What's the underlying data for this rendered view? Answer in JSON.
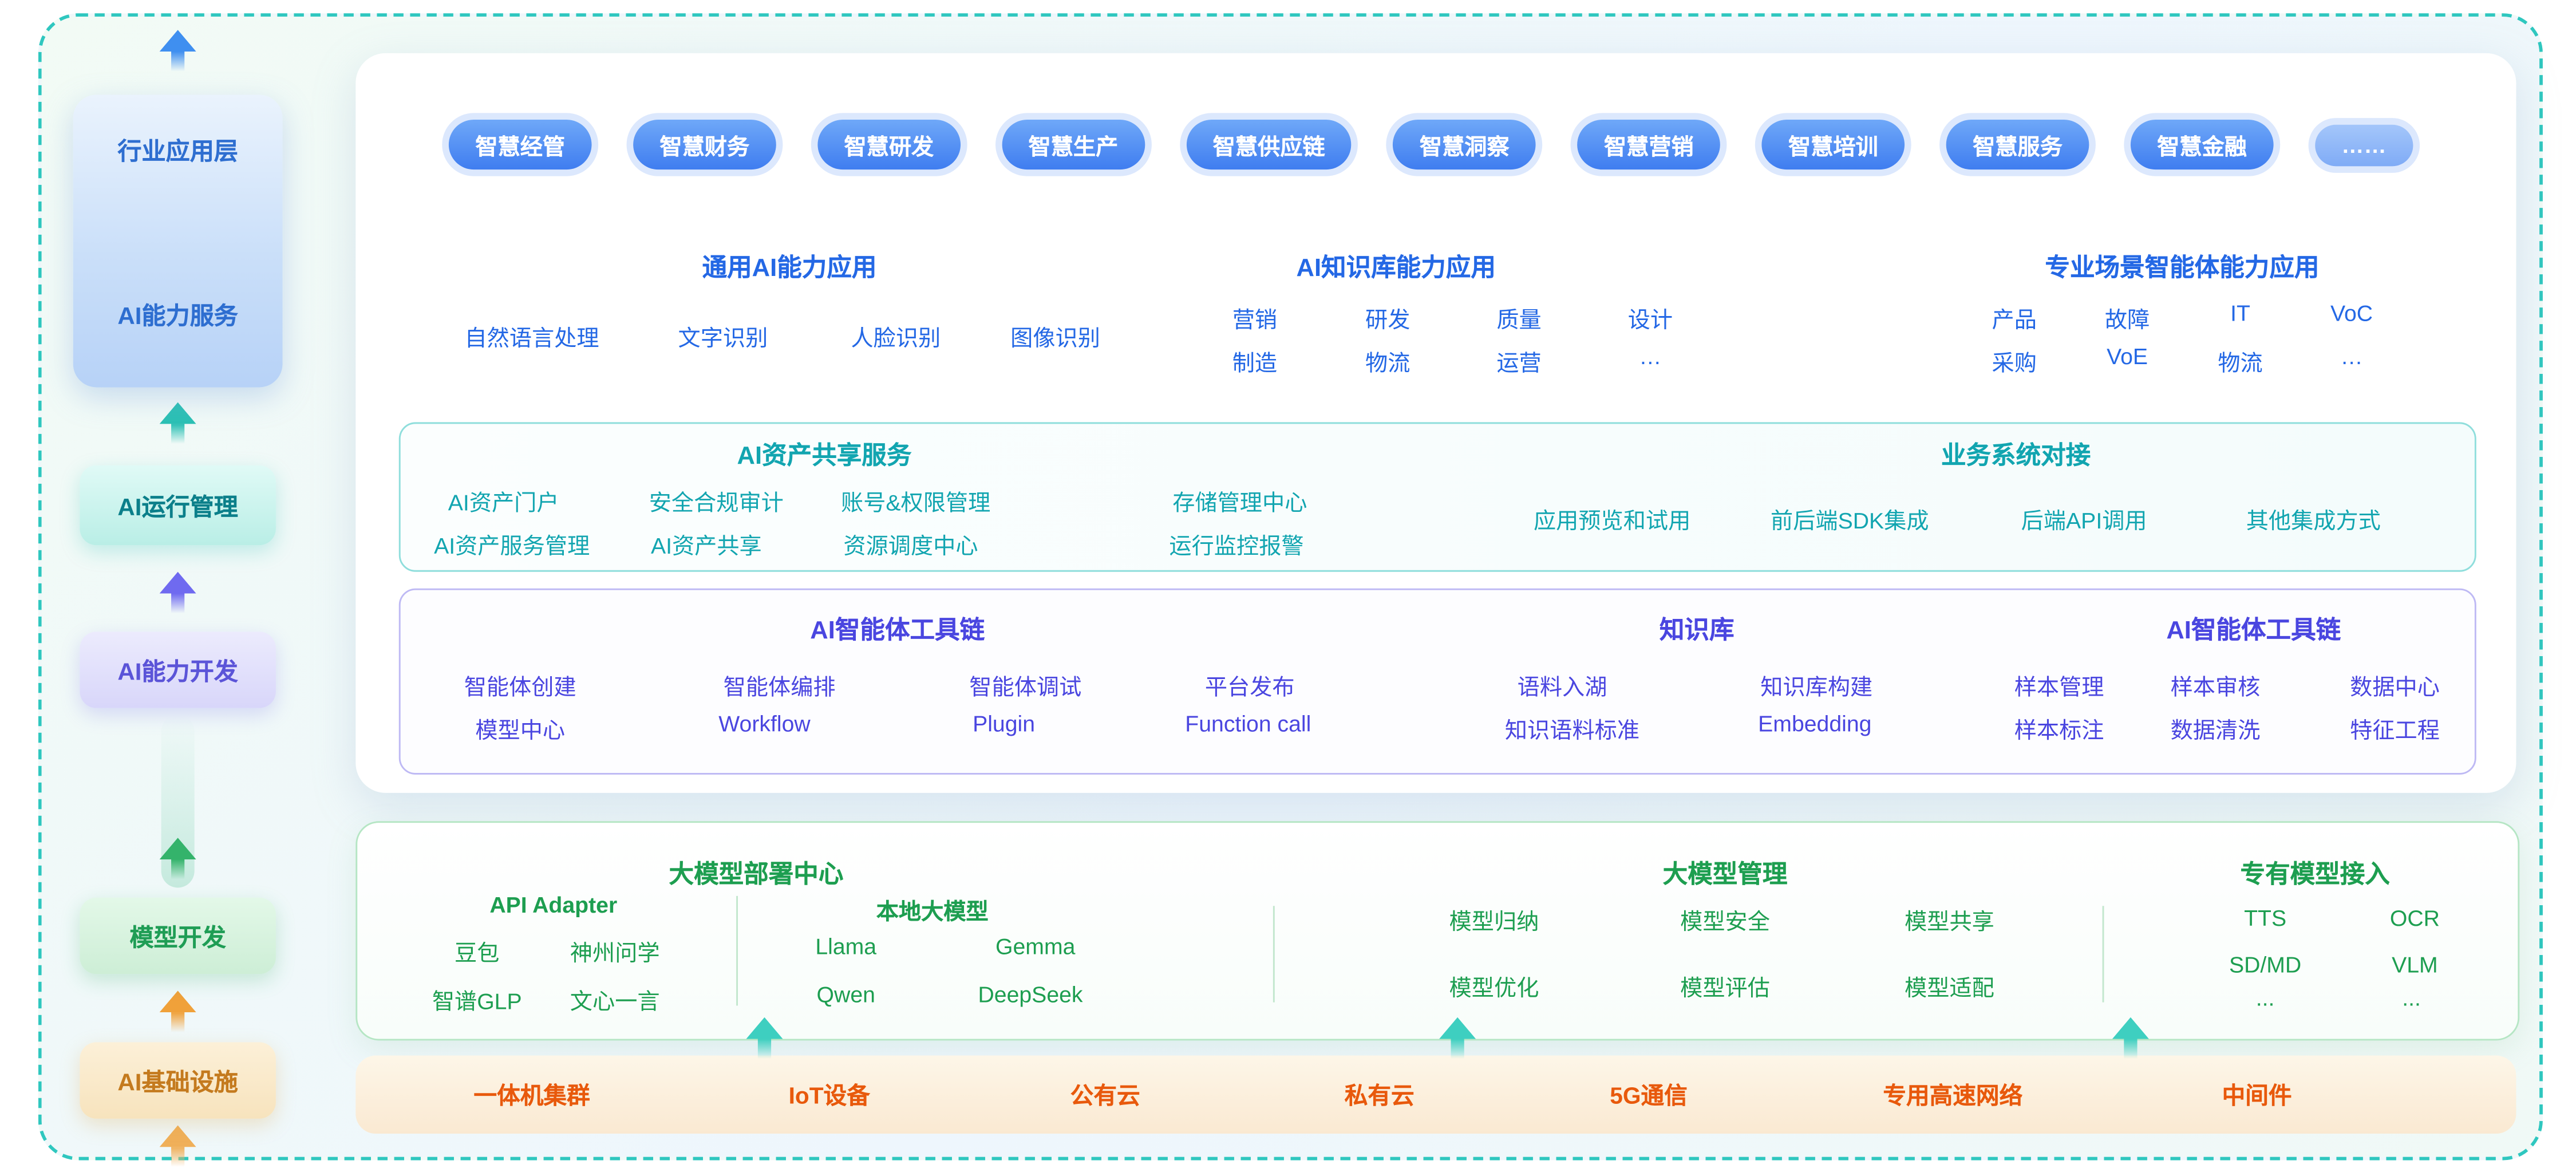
{
  "colors": {
    "blue_accent": "#2468e5",
    "teal_accent": "#12a5b0",
    "indigo_accent": "#4a46e0",
    "green_accent": "#1d9e50",
    "orange_accent": "#e8590c",
    "pill_blue": "#3f7df0",
    "frame_border": "#2fc7bf"
  },
  "sidebar": {
    "app_layer": {
      "top": "行业应用层",
      "bottom": "AI能力服务"
    },
    "ops": "AI运行管理",
    "dev": "AI能力开发",
    "model": "模型开发",
    "infra": "AI基础设施"
  },
  "pills": [
    "智慧经管",
    "智慧财务",
    "智慧研发",
    "智慧生产",
    "智慧供应链",
    "智慧洞察",
    "智慧营销",
    "智慧培训",
    "智慧服务",
    "智慧金融",
    "……"
  ],
  "cap": {
    "general": {
      "title": "通用AI能力应用",
      "items": [
        "自然语言处理",
        "文字识别",
        "人脸识别",
        "图像识别"
      ]
    },
    "knowledge": {
      "title": "AI知识库能力应用",
      "row1": [
        "营销",
        "研发",
        "质量",
        "设计"
      ],
      "row2": [
        "制造",
        "物流",
        "运营",
        "…"
      ]
    },
    "agent": {
      "title": "专业场景智能体能力应用",
      "row1": [
        "产品",
        "故障",
        "IT",
        "VoC"
      ],
      "row2": [
        "采购",
        "VoE",
        "物流",
        "…"
      ]
    }
  },
  "share": {
    "title_left": "AI资产共享服务",
    "title_right": "业务系统对接",
    "row1": [
      "AI资产门户",
      "安全合规审计",
      "账号&权限管理",
      "存储管理中心"
    ],
    "row2": [
      "AI资产服务管理",
      "AI资产共享",
      "资源调度中心",
      "运行监控报警"
    ],
    "right": [
      "应用预览和试用",
      "前后端SDK集成",
      "后端API调用",
      "其他集成方式"
    ]
  },
  "tool": {
    "agent_title": "AI智能体工具链",
    "kb_title": "知识库",
    "data_title": "AI智能体工具链",
    "agent_row1": [
      "智能体创建",
      "智能体编排",
      "智能体调试",
      "平台发布"
    ],
    "agent_row2": [
      "模型中心",
      "Workflow",
      "Plugin",
      "Function call"
    ],
    "kb_row1": [
      "语料入湖",
      "知识库构建"
    ],
    "kb_row2": [
      "知识语料标准",
      "Embedding"
    ],
    "data_row1": [
      "样本管理",
      "样本审核",
      "数据中心"
    ],
    "data_row2": [
      "样本标注",
      "数据清洗",
      "特征工程"
    ]
  },
  "model": {
    "deploy_title": "大模型部署中心",
    "manage_title": "大模型管理",
    "private_title": "专有模型接入",
    "api_title": "API Adapter",
    "local_title": "本地大模型",
    "api_row1": [
      "豆包",
      "神州问学"
    ],
    "api_row2": [
      "智谱GLP",
      "文心一言"
    ],
    "local_row1": [
      "Llama",
      "Gemma"
    ],
    "local_row2": [
      "Qwen",
      "DeepSeek"
    ],
    "manage_row1": [
      "模型归纳",
      "模型安全",
      "模型共享"
    ],
    "manage_row2": [
      "模型优化",
      "模型评估",
      "模型适配"
    ],
    "private_row1": [
      "TTS",
      "OCR"
    ],
    "private_row2": [
      "SD/MD",
      "VLM"
    ],
    "private_row3": [
      "...",
      "..."
    ]
  },
  "infra": [
    "一体机集群",
    "IoT设备",
    "公有云",
    "私有云",
    "5G通信",
    "专用高速网络",
    "中间件"
  ]
}
